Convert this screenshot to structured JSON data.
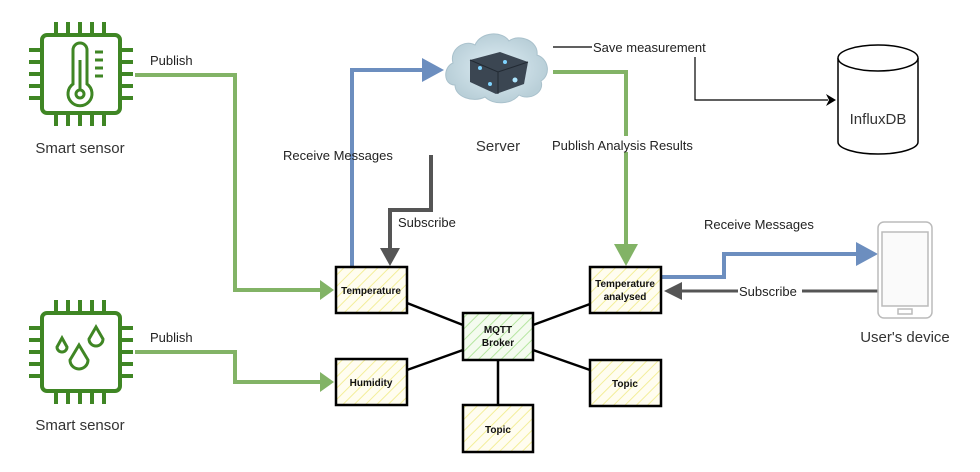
{
  "colors": {
    "publish": "#82b366",
    "receive": "#6c8ebf",
    "subscribe": "#555555",
    "sensor": "#3f8624",
    "topic_fill": "#fff9d6",
    "broker_fill": "#e6f7d9"
  },
  "nodes": {
    "sensor_temp": {
      "label": "Smart sensor",
      "icon": "thermometer-chip-icon"
    },
    "sensor_hum": {
      "label": "Smart sensor",
      "icon": "water-drops-chip-icon"
    },
    "server": {
      "label": "Server",
      "icon": "cloud-server-icon"
    },
    "db": {
      "label": "InfluxDB",
      "icon": "database-cylinder-icon"
    },
    "device": {
      "label": "User's device",
      "icon": "smartphone-icon"
    },
    "broker": {
      "line1": "MQTT",
      "line2": "Broker"
    },
    "topic_temperature": {
      "label": "Temperature"
    },
    "topic_humidity": {
      "label": "Humidity"
    },
    "topic_temp_analysed": {
      "line1": "Temperature",
      "line2": "analysed"
    },
    "topic_right": {
      "label": "Topic"
    },
    "topic_bottom": {
      "label": "Topic"
    }
  },
  "edges": {
    "publish_temp": "Publish",
    "publish_hum": "Publish",
    "receive_server": "Receive Messages",
    "subscribe_server": "Subscribe",
    "save": "Save measurement",
    "publish_results": "Publish Analysis Results",
    "receive_device": "Receive Messages",
    "subscribe_device": "Subscribe"
  }
}
